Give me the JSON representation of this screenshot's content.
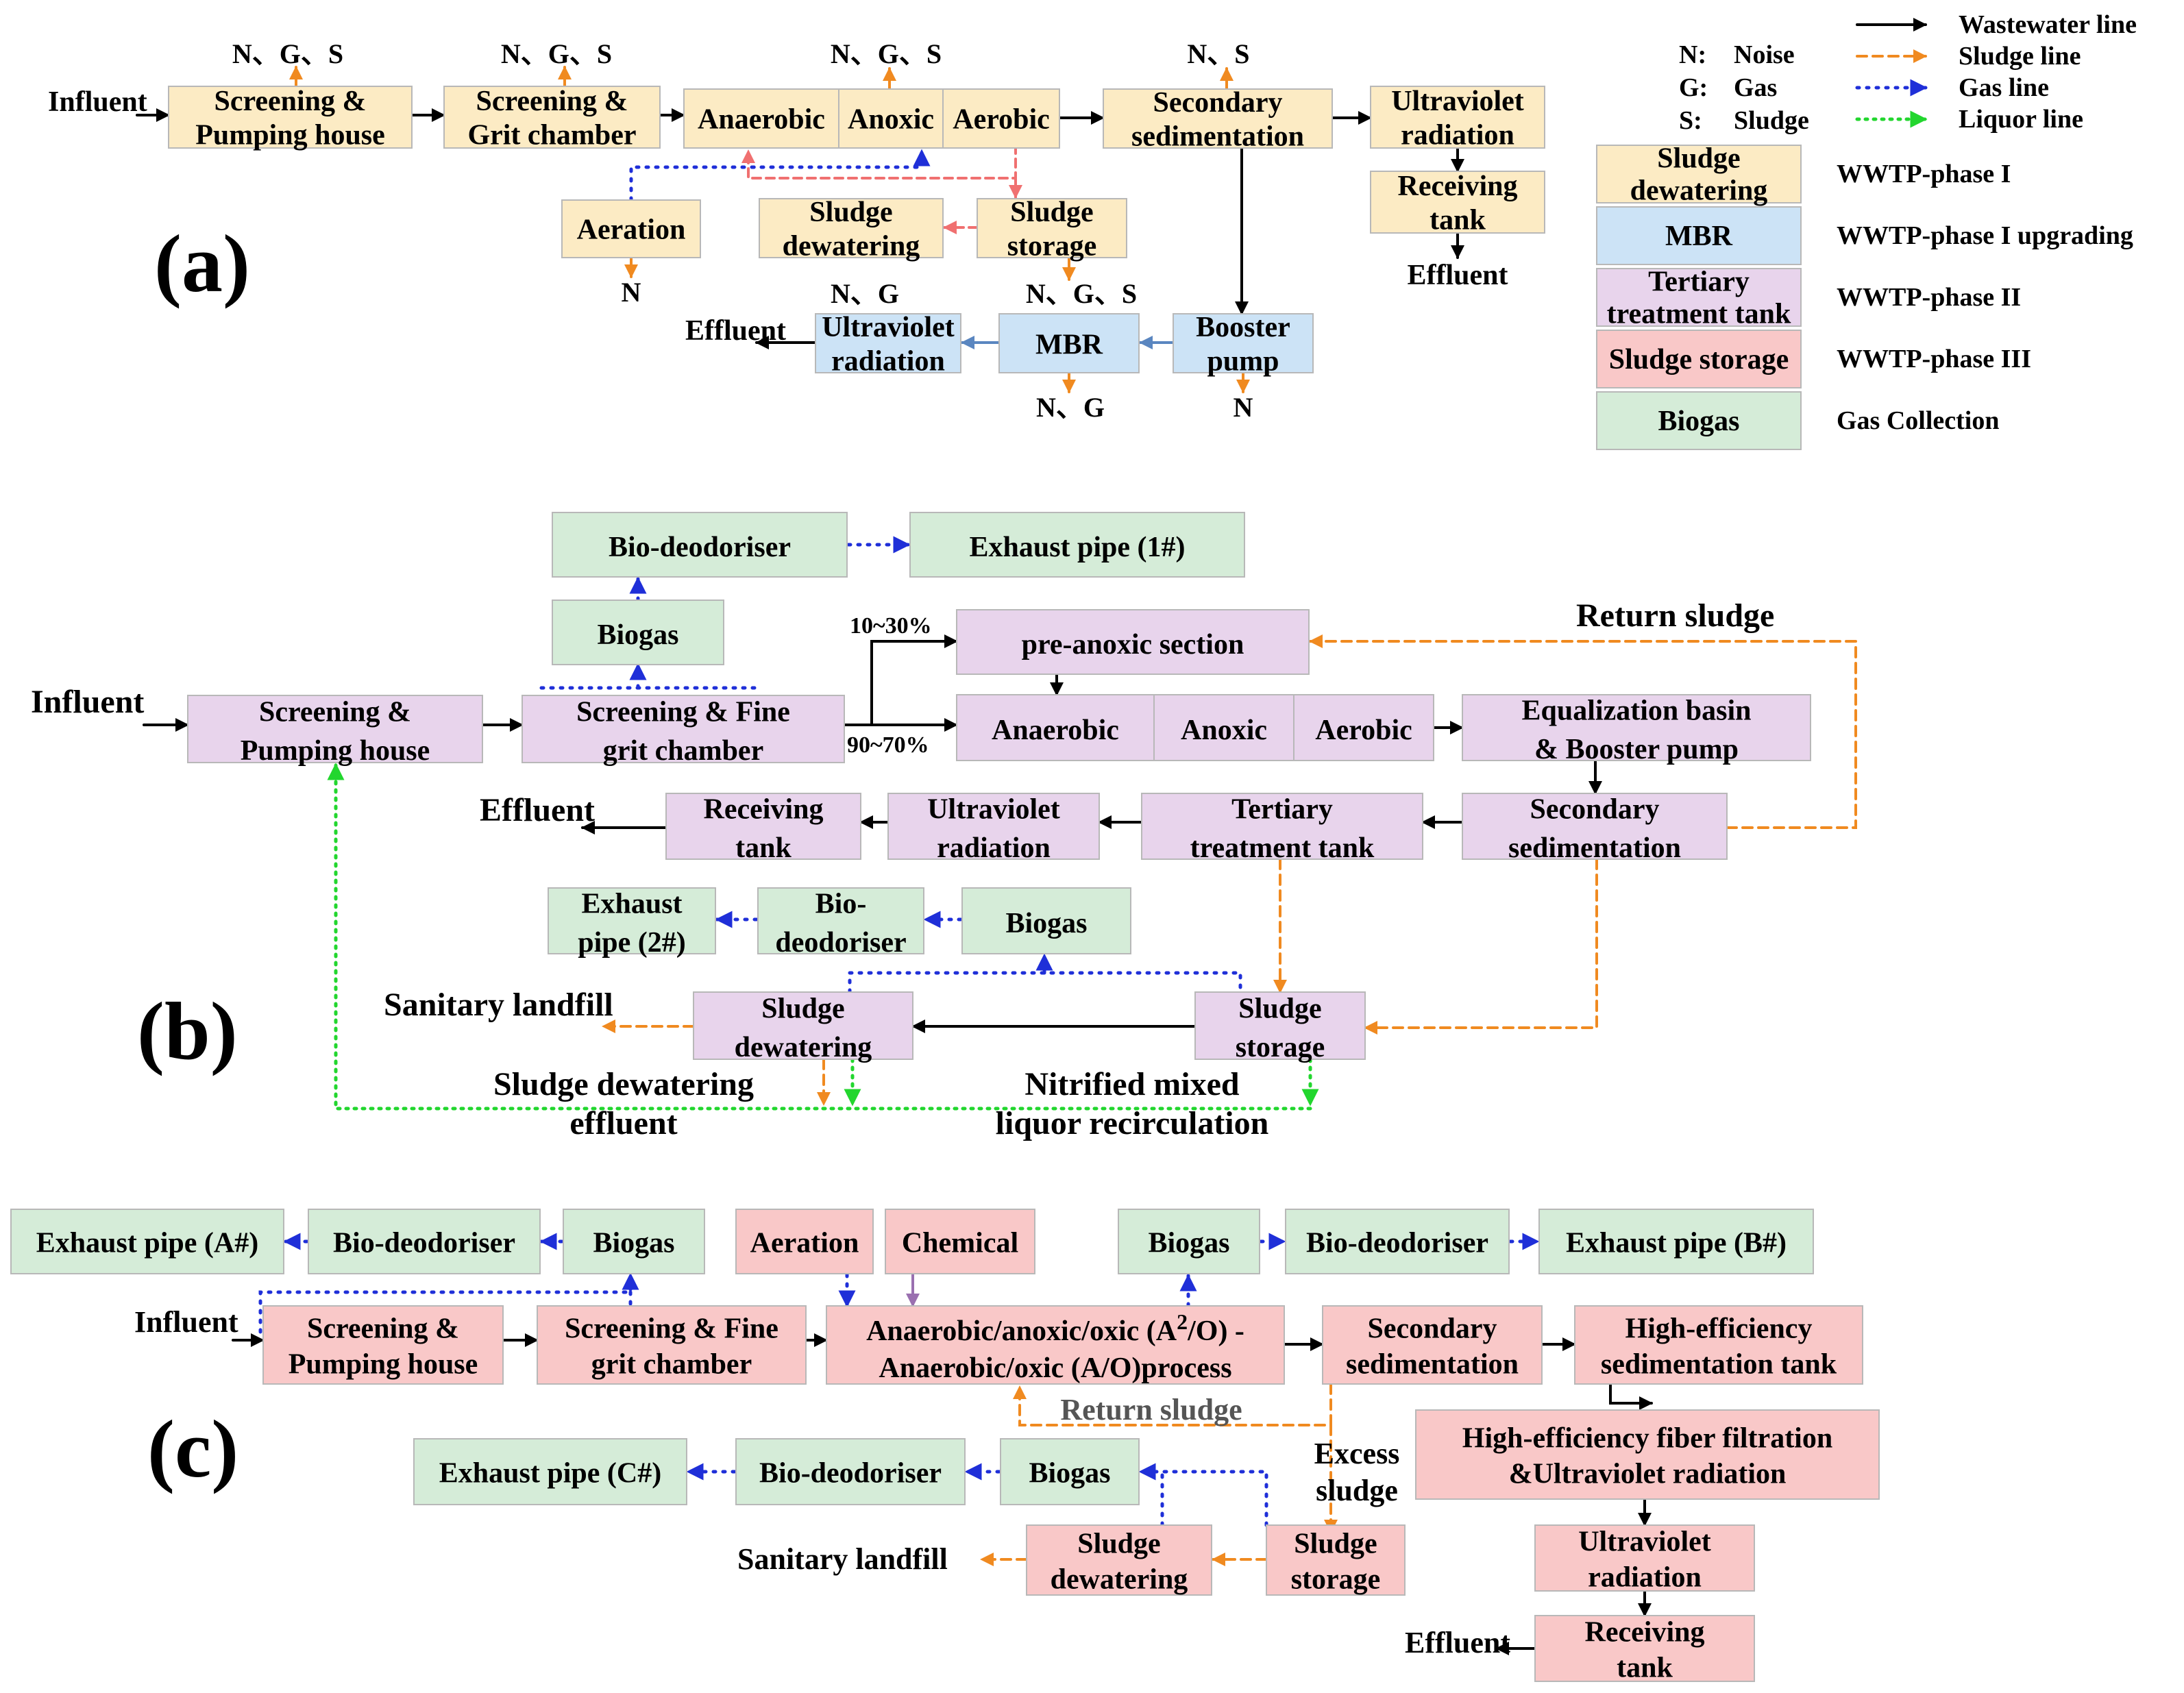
{
  "colors": {
    "phase1": "#fcebc4",
    "mbr": "#cce3f6",
    "phase2": "#e8d4ec",
    "phase3": "#f9c8c8",
    "gas": "#d5ecd8",
    "wastewater": "#000000",
    "sludge": "#f08a20",
    "gasline": "#1f2fd8",
    "liquor": "#22d62e",
    "return_red": "#f07070",
    "mbr_arrow": "#5a86c0",
    "chem_arrow": "#9a70b0"
  },
  "panels": {
    "a": "(a)",
    "b": "(b)",
    "c": "(c)"
  },
  "legend": {
    "lines": [
      {
        "label": "Wastewater line",
        "style": "wastewater"
      },
      {
        "label": "Sludge line",
        "style": "sludge"
      },
      {
        "label": "Gas line",
        "style": "gas"
      },
      {
        "label": "Liquor line",
        "style": "liquor"
      }
    ],
    "abbrev": [
      {
        "key": "N:",
        "text": "Noise"
      },
      {
        "key": "G:",
        "text": "Gas"
      },
      {
        "key": "S:",
        "text": "Sludge"
      }
    ],
    "phases": [
      {
        "box": [
          "Sludge",
          "dewatering"
        ],
        "label": "WWTP-phase I",
        "color": "phase1"
      },
      {
        "box": [
          "MBR"
        ],
        "label": "WWTP-phase I upgrading",
        "color": "mbr"
      },
      {
        "box": [
          "Tertiary",
          "treatment tank"
        ],
        "label": "WWTP-phase II",
        "color": "phase2"
      },
      {
        "box": [
          "Sludge storage"
        ],
        "label": "WWTP-phase III",
        "color": "phase3"
      },
      {
        "box": [
          "Biogas"
        ],
        "label": "Gas Collection",
        "color": "gas"
      }
    ]
  },
  "a": {
    "influent": "Influent",
    "screen_pump": [
      "Screening &",
      "Pumping house"
    ],
    "screen_grit": [
      "Screening &",
      "Grit chamber"
    ],
    "anaerobic": "Anaerobic",
    "anoxic": "Anoxic",
    "aerobic": "Aerobic",
    "secondary": [
      "Secondary",
      "sedimentation"
    ],
    "uv": [
      "Ultraviolet",
      "radiation"
    ],
    "receiving": [
      "Receiving",
      "tank"
    ],
    "effluent_1": "Effluent",
    "aeration": "Aeration",
    "sludge_dewatering": [
      "Sludge",
      "dewatering"
    ],
    "sludge_storage": [
      "Sludge",
      "storage"
    ],
    "booster": [
      "Booster",
      "pump"
    ],
    "mbr": "MBR",
    "uv2": [
      "Ultraviolet",
      "radiation"
    ],
    "effluent_2": "Effluent",
    "ngs_1": "N、G、S",
    "ngs_2": "N、G、S",
    "ngs_3": "N、G、S",
    "ns_sec": "N、S",
    "n_aeration": "N",
    "ng_dewater": "N、G",
    "ngs_storage": "N、G、S",
    "ng_mbr": "N、G",
    "n_booster": "N"
  },
  "b": {
    "influent": "Influent",
    "screen_pump": [
      "Screening &",
      "Pumping house"
    ],
    "screen_fine": [
      "Screening & Fine",
      "grit chamber"
    ],
    "biogas_top": "Biogas",
    "biodeo_top": "Bio-deodoriser",
    "exhaust1": "Exhaust pipe (1#)",
    "preanoxic": "pre-anoxic section",
    "pct_top": "10~30%",
    "pct_bottom": "90~70%",
    "anaerobic": "Anaerobic",
    "anoxic": "Anoxic",
    "aerobic": "Aerobic",
    "equalization": [
      "Equalization basin",
      "& Booster pump"
    ],
    "return_sludge": "Return sludge",
    "secondary": [
      "Secondary",
      "sedimentation"
    ],
    "tertiary": [
      "Tertiary",
      "treatment tank"
    ],
    "uv": [
      "Ultraviolet",
      "radiation"
    ],
    "receiving": [
      "Receiving",
      "tank"
    ],
    "effluent": "Effluent",
    "exhaust2": [
      "Exhaust",
      "pipe (2#)"
    ],
    "biodeo2": [
      "Bio-",
      "deodoriser"
    ],
    "biogas2": "Biogas",
    "sanitary": "Sanitary landfill",
    "sludge_dewatering": [
      "Sludge",
      "dewatering"
    ],
    "sludge_storage": [
      "Sludge",
      "storage"
    ],
    "dewater_effluent": [
      "Sludge dewatering",
      "effluent"
    ],
    "nitrified": [
      "Nitrified mixed",
      "liquor recirculation"
    ]
  },
  "c": {
    "exhaustA": "Exhaust pipe (A#)",
    "biodeoA": "Bio-deodoriser",
    "biogasA": "Biogas",
    "aeration": "Aeration",
    "chemical": "Chemical",
    "biogasB": "Biogas",
    "biodeoB": "Bio-deodoriser",
    "exhaustB": "Exhaust pipe (B#)",
    "influent": "Influent",
    "screen_pump": [
      "Screening &",
      "Pumping house"
    ],
    "screen_fine": [
      "Screening & Fine",
      "grit chamber"
    ],
    "a2o_line1_pre": "Anaerobic/anoxic/oxic (A",
    "a2o_sup": "2",
    "a2o_line1_post": "/O) -",
    "a2o_line2": "Anaerobic/oxic (A/O)process",
    "secondary": [
      "Secondary",
      "sedimentation"
    ],
    "high_sed": [
      "High-efficiency",
      "sedimentation tank"
    ],
    "return_sludge": "Return sludge",
    "excess": [
      "Excess",
      "sludge"
    ],
    "fiber": [
      "High-efficiency fiber filtration",
      "&Ultraviolet radiation"
    ],
    "exhaustC": "Exhaust pipe (C#)",
    "biodeoC": "Bio-deodoriser",
    "biogasC": "Biogas",
    "uv": [
      "Ultraviolet",
      "radiation"
    ],
    "sanitary": "Sanitary landfill",
    "sludge_dewatering": [
      "Sludge",
      "dewatering"
    ],
    "sludge_storage": [
      "Sludge",
      "storage"
    ],
    "receiving": [
      "Receiving",
      "tank"
    ],
    "effluent": "Effluent"
  }
}
